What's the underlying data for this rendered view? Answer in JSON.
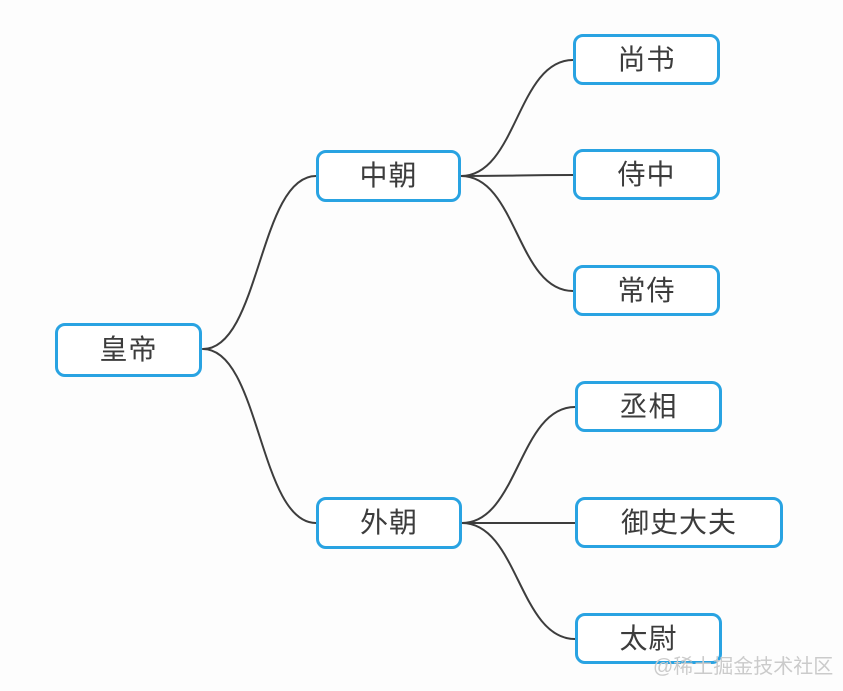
{
  "diagram": {
    "type": "mindmap",
    "root": {
      "id": "huangdi",
      "label": "皇帝"
    },
    "branches": [
      {
        "id": "zhongchao",
        "label": "中朝",
        "children": [
          {
            "id": "shangshu",
            "label": "尚书"
          },
          {
            "id": "shizhong",
            "label": "侍中"
          },
          {
            "id": "changshi",
            "label": "常侍"
          }
        ]
      },
      {
        "id": "waichao",
        "label": "外朝",
        "children": [
          {
            "id": "chengxiang",
            "label": "丞相"
          },
          {
            "id": "yushidafu",
            "label": "御史大夫"
          },
          {
            "id": "taiwei",
            "label": "太尉"
          }
        ]
      }
    ]
  },
  "watermark": {
    "text": "@稀土掘金技术社区"
  },
  "colors": {
    "node_border": "#29a3e2",
    "node_text": "#3c3c3c",
    "connector": "#3d3d3d",
    "watermark": "#cbcbcb",
    "background": "#fdfdfd"
  }
}
